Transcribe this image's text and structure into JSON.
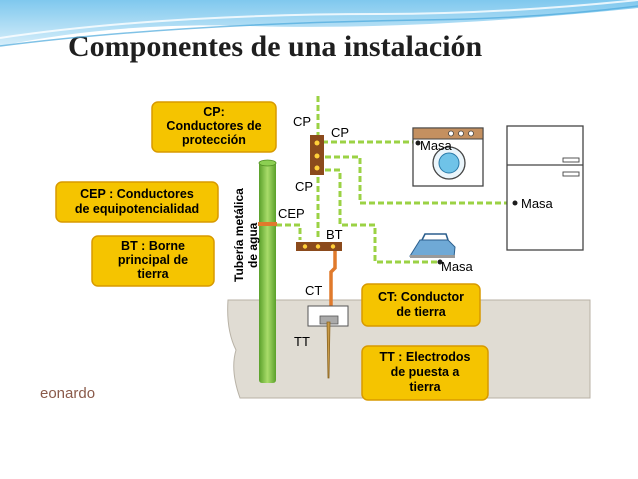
{
  "title": "Componentes de una instalación",
  "callouts": {
    "cp": [
      "CP:",
      "Conductores de",
      "protección"
    ],
    "cep": [
      "CEP : Conductores",
      "de equipotencialidad"
    ],
    "bt": [
      "BT : Borne",
      "principal de",
      "tierra"
    ],
    "ct": [
      "CT: Conductor",
      "de tierra"
    ],
    "tt": [
      "TT : Electrodos",
      "de puesta a",
      "tierra"
    ]
  },
  "labels": {
    "cp_top": "CP",
    "cp_right": "CP",
    "cp_mid": "CP",
    "cep": "CEP",
    "bt": "BT",
    "ct": "CT",
    "tt": "TT",
    "masa_washer": "Masa",
    "masa_fridge": "Masa",
    "masa_iron": "Masa",
    "pipe": [
      "Tubería metálica",
      "de agua"
    ],
    "watermark": "eonardo"
  },
  "colors": {
    "callout_fill": "#f5c400",
    "callout_stroke": "#d89a00",
    "ground": "#e0dcd3",
    "pipe": "#7cc23f",
    "wire_green": "#9bd244",
    "wire_orange": "#e07a2c",
    "bus": "#8b4a1c"
  }
}
